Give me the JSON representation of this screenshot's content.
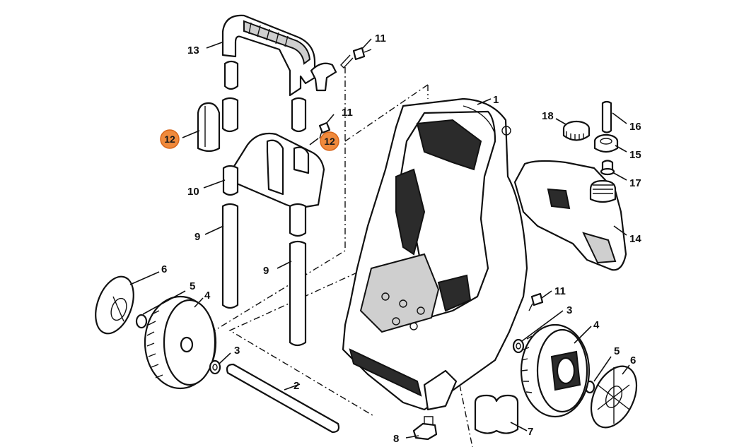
{
  "labels": {
    "l1": "1",
    "l2": "2",
    "l3a": "3",
    "l3b": "3",
    "l4a": "4",
    "l4b": "4",
    "l5a": "5",
    "l5b": "5",
    "l6a": "6",
    "l6b": "6",
    "l7": "7",
    "l8": "8",
    "l9a": "9",
    "l9b": "9",
    "l10": "10",
    "l11a": "11",
    "l11b": "11",
    "l11c": "11",
    "l12a": "12",
    "l12b": "12",
    "l13": "13",
    "l14": "14",
    "l15": "15",
    "l16": "16",
    "l17": "17",
    "l18": "18"
  },
  "colors": {
    "highlight": "#f08a3c",
    "line": "#111111"
  }
}
